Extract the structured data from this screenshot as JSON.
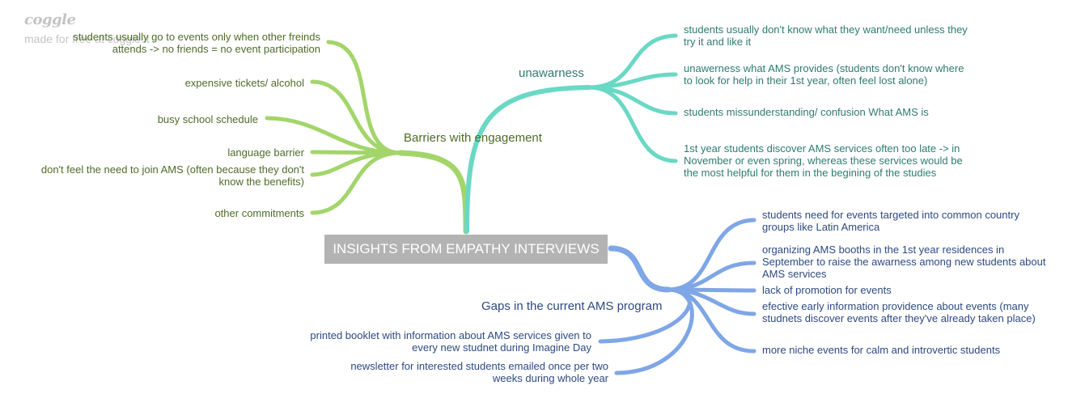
{
  "watermark": {
    "logo": "coggle",
    "tagline": "made for free at coggle.it"
  },
  "colors": {
    "green": "#a3d56a",
    "teal": "#6ad8c5",
    "blue": "#7fa6e6",
    "central_bg": "#b3b3b3"
  },
  "central": "INSIGHTS FROM EMPATHY INTERVIEWS",
  "barriers": {
    "title": "Barriers with engagement",
    "items": [
      [
        "students usually go to events only when other freinds",
        "attends -> no friends = no event participation"
      ],
      [
        "expensive tickets/ alcohol"
      ],
      [
        "busy school schedule"
      ],
      [
        "language barrier"
      ],
      [
        "don't feel the need to join AMS (often because they don't",
        "know the benefits)"
      ],
      [
        "other commitments"
      ]
    ]
  },
  "unawarness": {
    "title": "unawarness",
    "items": [
      [
        "students usually don't know what they want/need unless they",
        "try it and like it"
      ],
      [
        "unawerness what AMS provides (students don't know where",
        "to look for help in their 1st year, often feel lost alone)"
      ],
      [
        "students missunderstanding/ confusion What AMS is"
      ],
      [
        "1st year students discover AMS services often too late -> in",
        "November or even spring, whereas these services would be",
        "the most helpful for them in the begining of the studies"
      ]
    ]
  },
  "gaps": {
    "title": "Gaps in the current AMS program",
    "items": [
      [
        "students need for events targeted into common country",
        "groups like Latin America"
      ],
      [
        "organizing AMS booths in the 1st year residences in",
        "September to raise the awarness among new students about",
        "AMS services"
      ],
      [
        "lack of promotion for events"
      ],
      [
        "efective early information providence about events (many",
        "studnets discover events after they've already taken place)"
      ],
      [
        "more niche events for calm and introvertic students"
      ],
      [
        "printed booklet with information about AMS services given to",
        "every new studnet during Imagine Day"
      ],
      [
        "newsletter for interested students emailed once per two",
        "weeks during whole year"
      ]
    ]
  }
}
